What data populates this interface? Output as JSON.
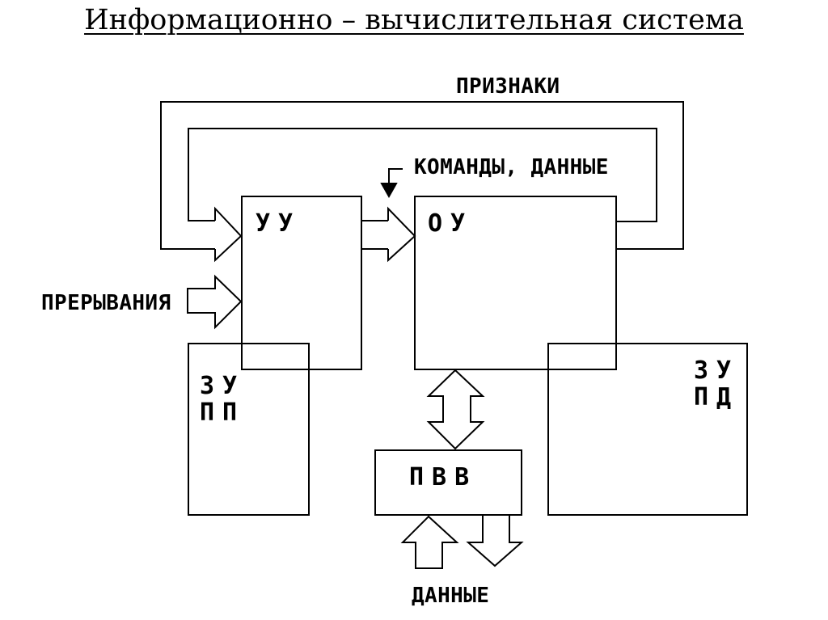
{
  "title": "Информационно – вычислительная система",
  "diagram": {
    "blocks": {
      "uu": {
        "label": "УУ"
      },
      "ou": {
        "label": "ОУ"
      },
      "zu_pp": {
        "line1": "ЗУ",
        "line2": "ПП"
      },
      "zu_pd": {
        "line1": "ЗУ",
        "line2": "ПД"
      },
      "pvv": {
        "label": "ПВВ"
      }
    },
    "annotations": {
      "priznaki": "ПРИЗНАКИ",
      "komandy_dannye": "КОМАНДЫ, ДАННЫЕ",
      "preryvaniya": "ПРЕРЫВАНИЯ",
      "dannye": "ДАННЫЕ"
    },
    "arrows": [
      "feedback-outer-loop-priznaki",
      "feedback-inner-loop",
      "arrow-into-uu",
      "arrow-uu-to-ou",
      "arrow-interrupts-into-uu",
      "pointer-komandy-dannye",
      "arrow-ou-pvv-bidirectional",
      "arrow-data-into-pvv",
      "arrow-data-out-of-pvv"
    ],
    "colors": {
      "line": "#000000",
      "background": "#ffffff",
      "title_text": "#000000"
    }
  }
}
